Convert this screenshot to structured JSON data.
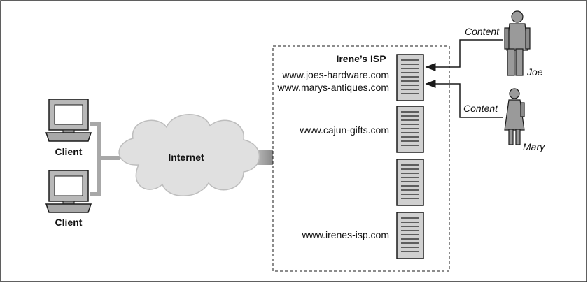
{
  "clients": [
    {
      "label": "Client",
      "icon": "desktop-computer-icon"
    },
    {
      "label": "Client",
      "icon": "desktop-computer-icon"
    }
  ],
  "network": {
    "label": "Internet",
    "icon": "cloud-icon"
  },
  "isp": {
    "title": "Irene’s ISP",
    "servers": [
      {
        "sites": [
          "www.joes-hardware.com",
          "www.marys-antiques.com"
        ],
        "icon": "server-icon"
      },
      {
        "sites": [
          "www.cajun-gifts.com"
        ],
        "icon": "server-icon"
      },
      {
        "sites": [],
        "icon": "server-icon"
      },
      {
        "sites": [
          "www.irenes-isp.com"
        ],
        "icon": "server-icon"
      }
    ]
  },
  "publishers": [
    {
      "name": "Joe",
      "arrow_label": "Content",
      "icon": "man-icon"
    },
    {
      "name": "Mary",
      "arrow_label": "Content",
      "icon": "woman-icon"
    }
  ],
  "colors": {
    "line": "#1a1a1a",
    "connector": "#a8a8a8",
    "cloud_fill": "#e0e0e0",
    "server_fill": "#d0d0d0",
    "monitor_fill": "#b8b8b8",
    "person_fill": "#9a9a9a"
  }
}
